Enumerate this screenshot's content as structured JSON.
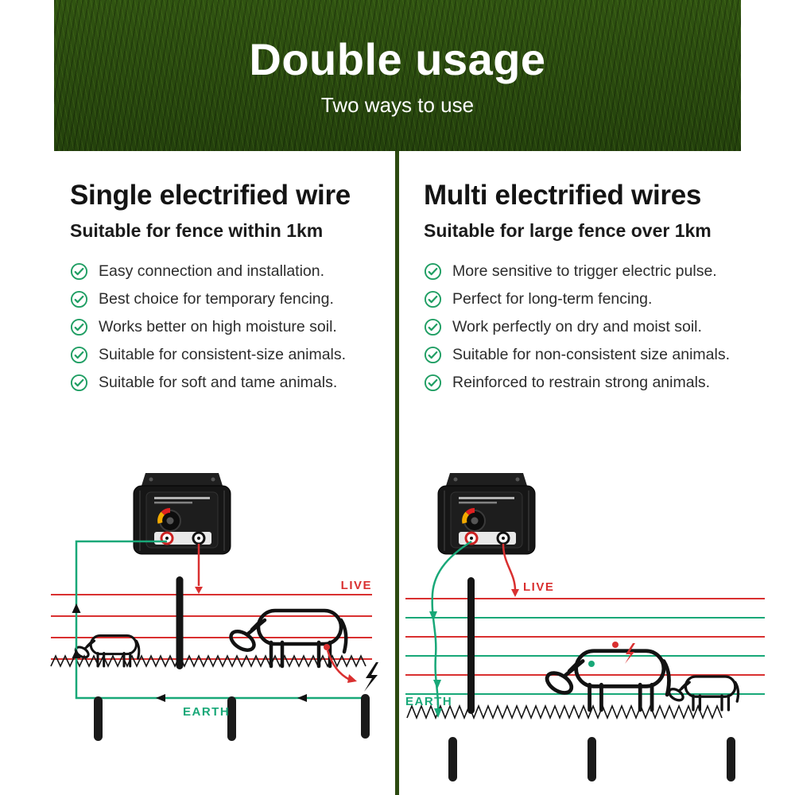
{
  "banner": {
    "title": "Double usage",
    "subtitle": "Two ways to use"
  },
  "columns": [
    {
      "heading": "Single electrified wire",
      "subheading": "Suitable for fence within 1km",
      "bullets": [
        "Easy connection and installation.",
        "Best choice for temporary fencing.",
        "Works better on high moisture soil.",
        "Suitable for consistent-size animals.",
        "Suitable for soft and tame animals."
      ],
      "diagram": {
        "live_label": "LIVE",
        "earth_label": "EARTH"
      }
    },
    {
      "heading": "Multi electrified wires",
      "subheading": "Suitable for large fence over 1km",
      "bullets": [
        "More sensitive to trigger electric pulse.",
        "Perfect for long-term fencing.",
        "Work perfectly on dry and moist soil.",
        "Suitable for non-consistent size animals.",
        "Reinforced to restrain strong animals."
      ],
      "diagram": {
        "live_label": "LIVE",
        "earth_label": "EARTH"
      }
    }
  ],
  "icons": {
    "bullet": "check-circle-icon",
    "hazard": "lightning-icon"
  },
  "colors": {
    "banner_green": "#2a4a10",
    "check_green": "#1f9e63",
    "live_red": "#d93030",
    "earth_green": "#18a878",
    "outline_black": "#121212"
  }
}
